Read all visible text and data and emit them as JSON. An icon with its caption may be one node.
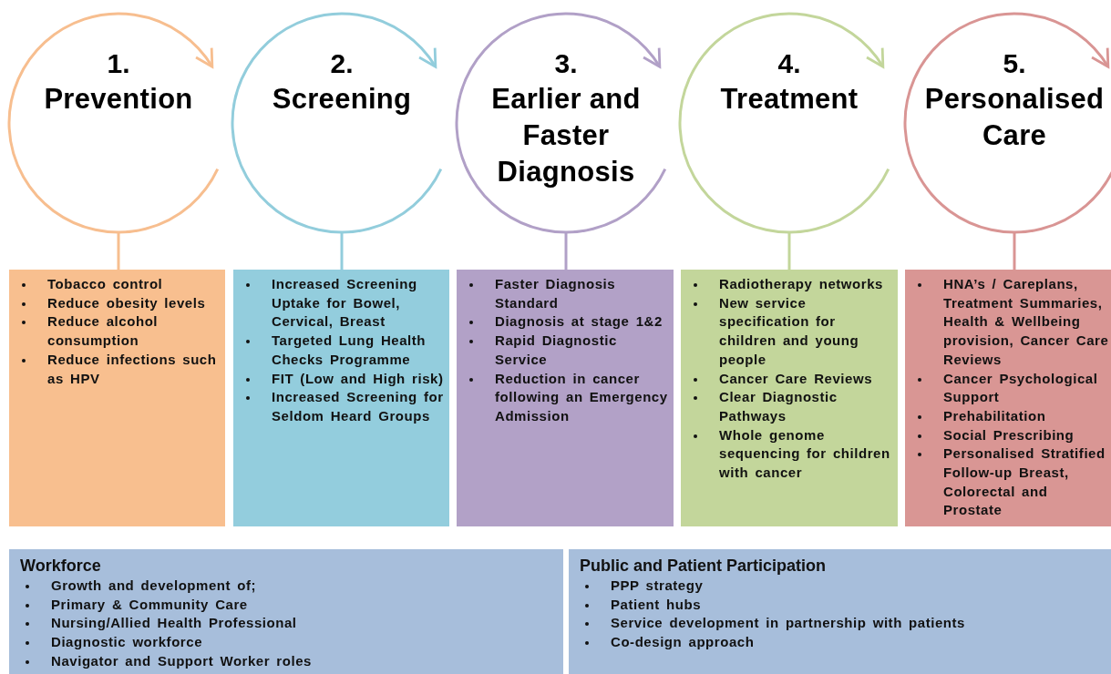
{
  "diagram": {
    "nodes": [
      {
        "text": [
          "1.",
          "Prevention"
        ]
      },
      {
        "text": [
          "2.",
          "Screening"
        ]
      },
      {
        "text": [
          "3.",
          "Earlier and Faster Diagnosis"
        ]
      },
      {
        "text": [
          "4.",
          "Treatment"
        ]
      },
      {
        "text": [
          "5.",
          "Personalised Care"
        ]
      },
      {
        "text": [
          "Tobacco control",
          "Reduce obesity levels",
          "Reduce alcohol consumption",
          "Reduce infections such as HPV"
        ]
      },
      {
        "text": [
          "Increased Screening Uptake for Bowel, Cervical, Breast",
          "Targeted Lung Health Checks Programme",
          "FIT (Low and High risk)",
          "Increased Screening for Seldom Heard Groups"
        ]
      },
      {
        "text": [
          "Faster Diagnosis Standard",
          "Diagnosis at stage 1&2",
          "Rapid Diagnostic Service",
          "Reduction in cancer following an Emergency Admission"
        ]
      },
      {
        "text": [
          "Radiotherapy networks",
          "New service specification for children and young people",
          "Cancer Care Reviews",
          "Clear Diagnostic Pathways",
          "Whole genome sequencing for children with cancer"
        ]
      },
      {
        "text": [
          "HNA’s / Careplans, Treatment Summaries, Health & Wellbeing provision, Cancer Care Reviews",
          "Cancer Psychological Support",
          "Prehabilitation",
          "Social Prescribing",
          "Personalised Stratified Follow-up Breast, Colorectal and Prostate"
        ]
      },
      {
        "text": [
          "Workforce",
          "Growth and development of;",
          "Primary & Community Care",
          "Nursing/Allied Health Professional",
          "Diagnostic workforce",
          "Navigator and Support Worker roles"
        ]
      },
      {
        "text": [
          "Public and Patient Participation",
          "PPP strategy",
          "Patient hubs",
          "Service development in partnership with patients",
          "Co-design approach"
        ]
      }
    ],
    "edges": [
      {
        "from": 0,
        "to": 5,
        "arrow": "none",
        "color": "#f7be8f"
      },
      {
        "from": 1,
        "to": 6,
        "arrow": "none",
        "color": "#92cddc"
      },
      {
        "from": 2,
        "to": 7,
        "arrow": "none",
        "color": "#b1a0c7"
      },
      {
        "from": 3,
        "to": 8,
        "arrow": "none",
        "color": "#c3d69b"
      },
      {
        "from": 4,
        "to": 9,
        "arrow": "none",
        "color": "#d99594"
      }
    ]
  }
}
